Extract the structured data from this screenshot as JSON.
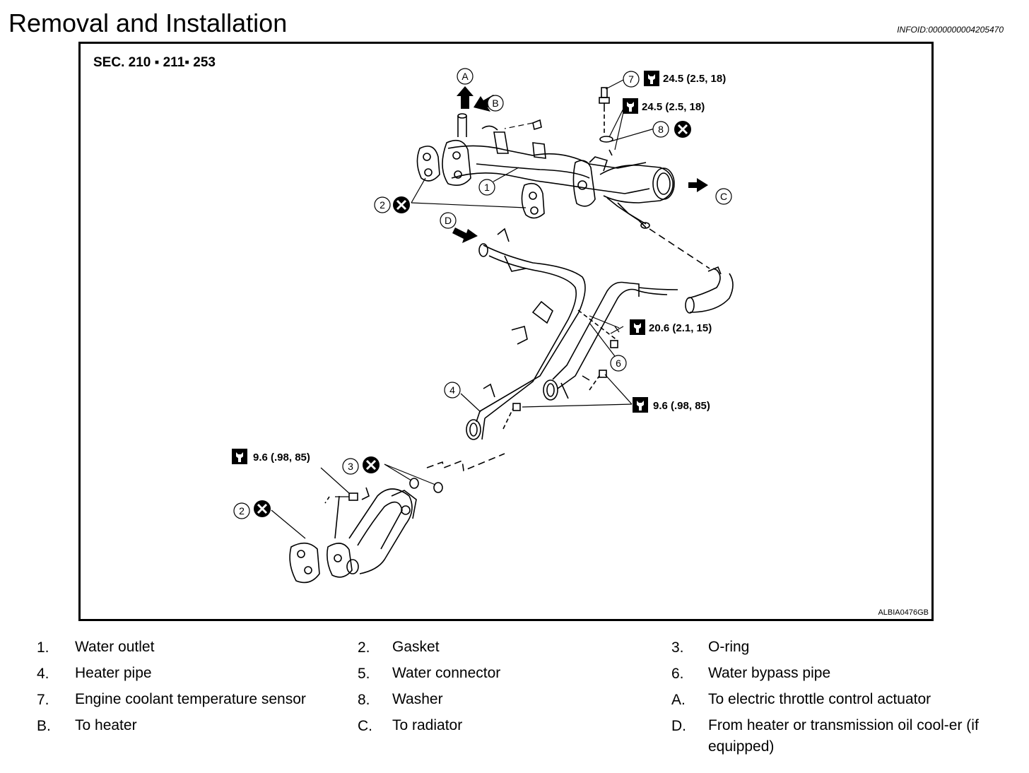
{
  "page": {
    "title": "Removal and Installation",
    "infoid": "INFOID:0000000004205470"
  },
  "figure": {
    "section": "SEC. 210 ▪ 211▪ 253",
    "figure_id": "ALBIA0476GB",
    "torques": {
      "t7": "24.5 (2.5, 18)",
      "t8": "24.5 (2.5, 18)",
      "t6": "20.6 (2.1, 15)",
      "t4": "9.6 (.98, 85)",
      "t3": "9.6 (.98, 85)"
    },
    "callouts": {
      "c1": "1",
      "c2a": "2",
      "c2b": "2",
      "c3": "3",
      "c4": "4",
      "c6": "6",
      "c7": "7",
      "c8": "8",
      "A": "A",
      "B": "B",
      "C": "C",
      "D": "D"
    },
    "icons": [
      "torque-wrench-icon",
      "do-not-reuse-icon",
      "flow-arrow-icon"
    ]
  },
  "legend": [
    {
      "key": "1.",
      "text": "Water outlet"
    },
    {
      "key": "2.",
      "text": "Gasket"
    },
    {
      "key": "3.",
      "text": "O-ring"
    },
    {
      "key": "4.",
      "text": "Heater pipe"
    },
    {
      "key": "5.",
      "text": "Water connector"
    },
    {
      "key": "6.",
      "text": "Water bypass pipe"
    },
    {
      "key": "7.",
      "text": "Engine coolant temperature sensor"
    },
    {
      "key": "8.",
      "text": "Washer"
    },
    {
      "key": "A.",
      "text": "To electric throttle control actuator"
    },
    {
      "key": "B.",
      "text": "To heater"
    },
    {
      "key": "C.",
      "text": "To radiator"
    },
    {
      "key": "D.",
      "text": "From heater or transmission oil cool-er (if equipped)"
    }
  ]
}
